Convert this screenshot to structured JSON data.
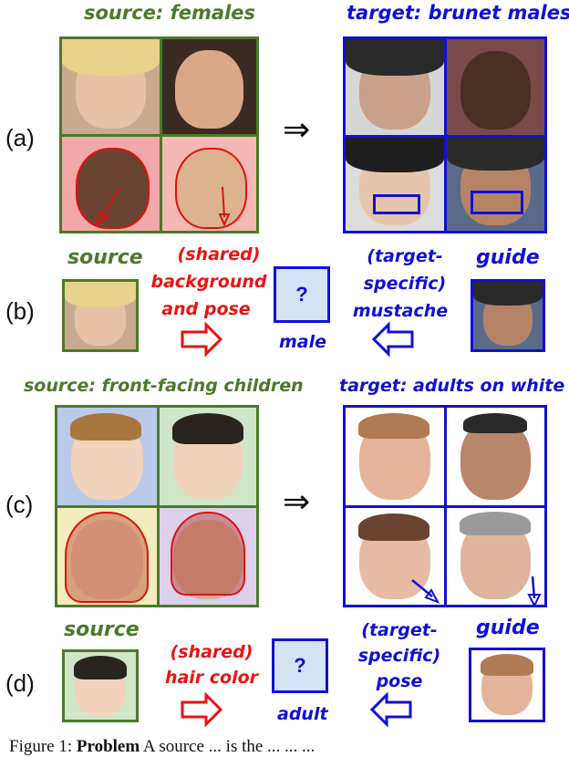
{
  "panel_a": {
    "row_label": "(a)",
    "source_title": "source: females",
    "target_title": "target: brunet males",
    "implies": "⇒"
  },
  "panel_b": {
    "row_label": "(b)",
    "source_label": "source",
    "shared_lines": [
      "(shared)",
      "background",
      "and pose"
    ],
    "question_mark": "?",
    "result_label": "male",
    "target_specific_lines": [
      "(target-",
      "specific)",
      "mustache"
    ],
    "guide_label": "guide"
  },
  "panel_c": {
    "row_label": "(c)",
    "source_title": "source: front-facing children",
    "target_title": "target: adults on white bg",
    "implies": "⇒"
  },
  "panel_d": {
    "row_label": "(d)",
    "source_label": "source",
    "shared_lines": [
      "(shared)",
      "hair color"
    ],
    "question_mark": "?",
    "result_label": "adult",
    "target_specific_lines": [
      "(target-",
      "specific)",
      "pose"
    ],
    "guide_label": "guide"
  },
  "caption": {
    "prefix": "Figure 1:",
    "bold_word": "Problem",
    "rest": "A source ... is the ... ... ..."
  },
  "colors": {
    "source_border": "#4a7a2a",
    "target_border": "#1010d8",
    "shared_text": "#ee1111",
    "target_text": "#1010d8",
    "question_fill": "#d4e3f5"
  }
}
